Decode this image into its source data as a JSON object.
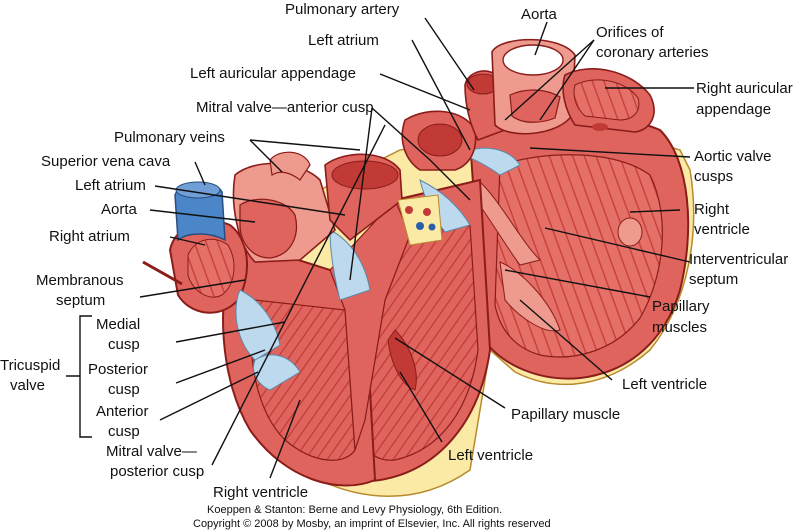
{
  "labels": {
    "pulmonary_artery": "Pulmonary artery",
    "aorta_top": "Aorta",
    "orifices_line1": "Orifices of",
    "orifices_line2": "coronary arteries",
    "left_atrium_top": "Left atrium",
    "left_auricular_appendage": "Left auricular appendage",
    "right_auricular_line1": "Right auricular",
    "right_auricular_line2": "appendage",
    "mitral_anterior": "Mitral valve—anterior cusp",
    "pulmonary_veins": "Pulmonary veins",
    "aortic_cusps_line1": "Aortic valve",
    "aortic_cusps_line2": "cusps",
    "superior_vena_cava": "Superior vena cava",
    "left_atrium_left": "Left atrium",
    "aorta_left": "Aorta",
    "right_ventricle_right_line1": "Right",
    "right_ventricle_right_line2": "ventricle",
    "right_atrium": "Right atrium",
    "interventricular_line1": "Interventricular",
    "interventricular_line2": "septum",
    "membranous_line1": "Membranous",
    "membranous_line2": "septum",
    "papillary_muscles_line1": "Papillary",
    "papillary_muscles_line2": "muscles",
    "medial_line1": "Medial",
    "medial_line2": "cusp",
    "tricuspid_line1": "Tricuspid",
    "tricuspid_line2": "valve",
    "posterior_line1": "Posterior",
    "posterior_line2": "cusp",
    "left_ventricle_right": "Left ventricle",
    "anterior_line1": "Anterior",
    "anterior_line2": "cusp",
    "papillary_muscle": "Papillary muscle",
    "mitral_posterior_line1": "Mitral valve—",
    "mitral_posterior_line2": "posterior cusp",
    "left_ventricle_bottom": "Left ventricle",
    "right_ventricle_bottom": "Right ventricle"
  },
  "caption": {
    "line1": "Koeppen & Stanton: Berne and Levy Physiology, 6th Edition.",
    "line2": "Copyright © 2008 by Mosby, an imprint of Elsevier, Inc. All rights reserved"
  },
  "colors": {
    "muscle": "#e0645e",
    "muscle_light": "#ef9a8f",
    "muscle_dark": "#c23a35",
    "valve": "#bcd9ee",
    "fat": "#fbe9a6",
    "vein_blue": "#4b86c9",
    "outline": "#8a1d1a"
  }
}
